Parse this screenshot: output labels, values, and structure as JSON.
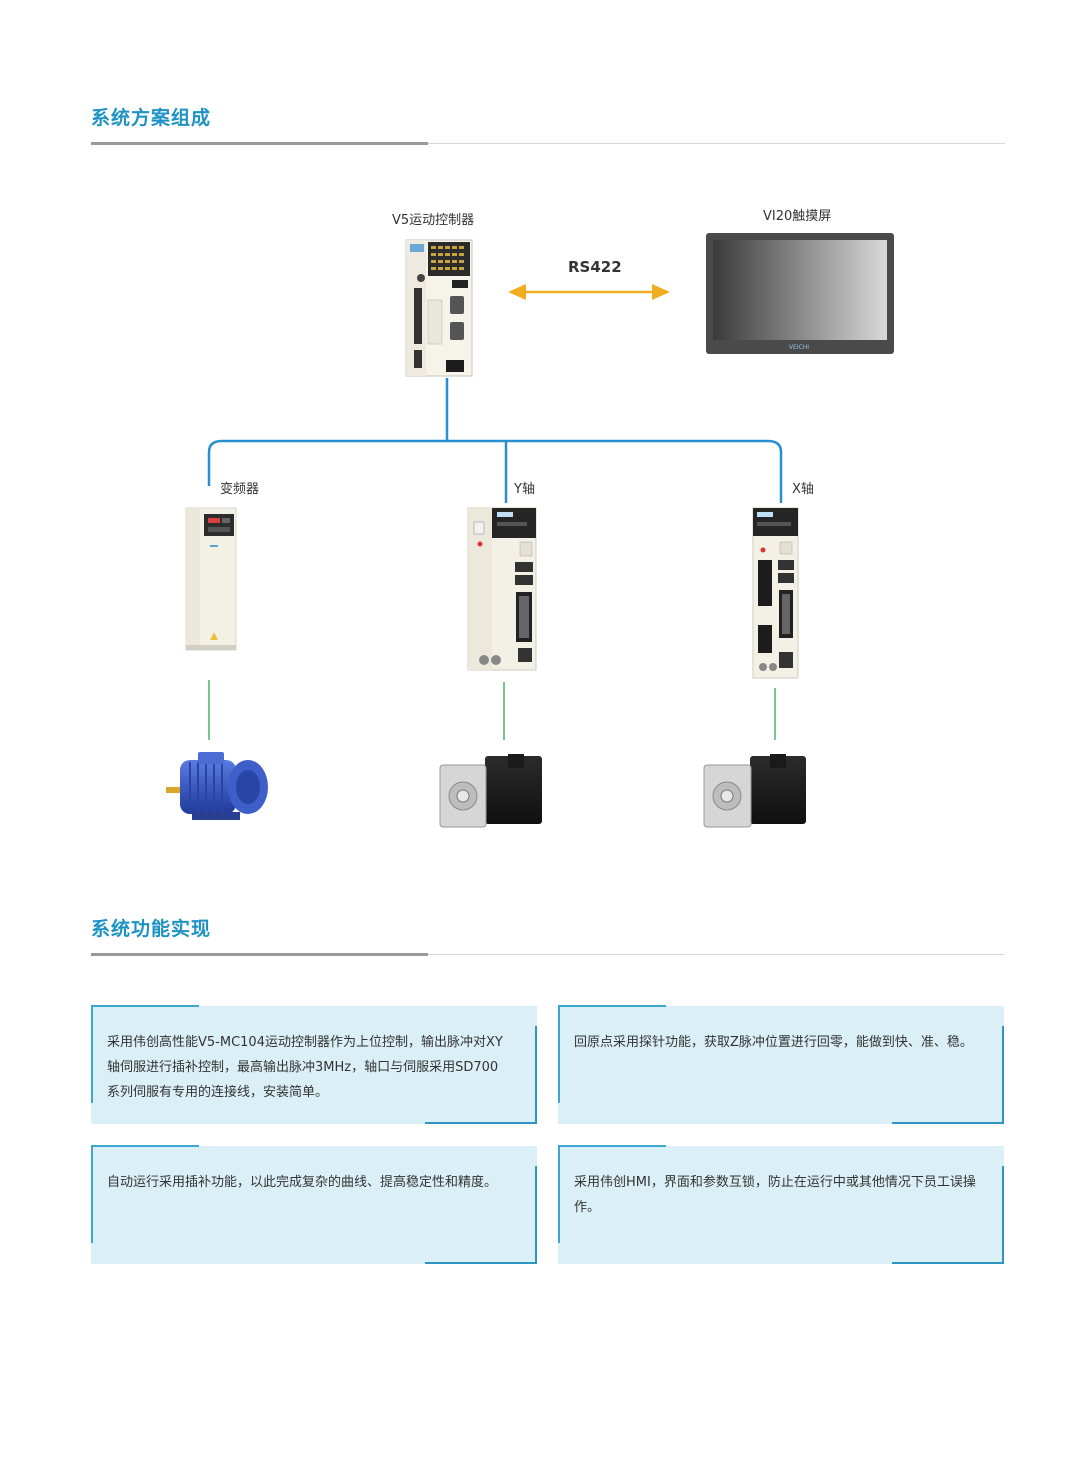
{
  "sections": {
    "composition_title": "系统方案组成",
    "function_title": "系统功能实现"
  },
  "diagram": {
    "controller_label": "V5运动控制器",
    "hmi_label": "VI20触摸屏",
    "link_label": "RS422",
    "inverter_label": "变频器",
    "y_axis_label": "Y轴",
    "x_axis_label": "X轴",
    "hmi_brand": "VEICHI"
  },
  "features": [
    {
      "text": "采用伟创高性能V5-MC104运动控制器作为上位控制，输出脉冲对XY轴伺服进行插补控制，最高输出脉冲3MHz，轴口与伺服采用SD700系列伺服有专用的连接线，安装简单。"
    },
    {
      "text": "回原点采用探针功能，获取Z脉冲位置进行回零，能做到快、准、稳。"
    },
    {
      "text": "自动运行采用插补功能，以此完成复杂的曲线、提高稳定性和精度。"
    },
    {
      "text": "采用伟创HMI，界面和参数互锁，防止在运行中或其他情况下员工误操作。"
    }
  ],
  "colors": {
    "accent": "#1e93c3",
    "bus_line": "#2a8fd0",
    "motor_line": "#58b86a",
    "arrow": "#f0ad1e",
    "card_bg": "#dbeff6"
  }
}
